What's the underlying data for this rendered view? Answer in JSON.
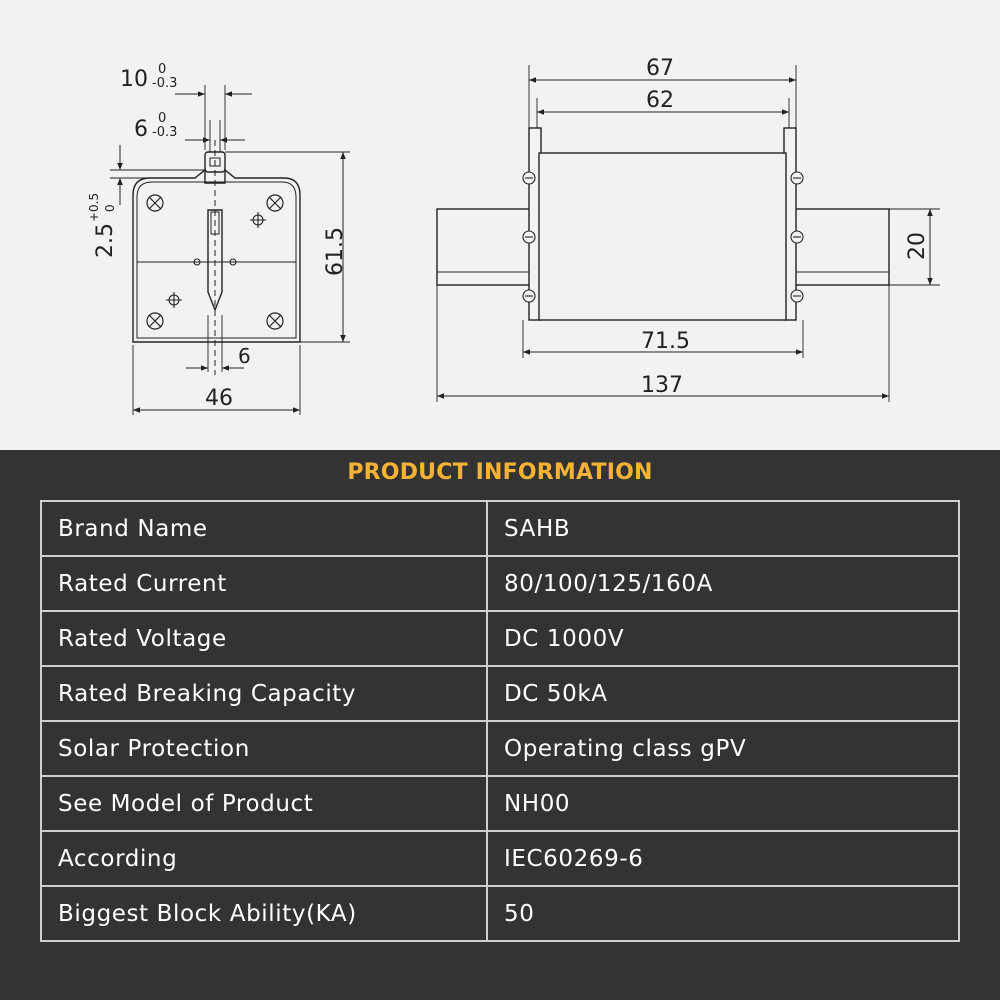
{
  "drawing": {
    "front_view": {
      "dim_top_width": "10",
      "dim_top_tol_upper": "0",
      "dim_top_tol_lower": "-0.3",
      "dim_slot_width": "6",
      "dim_slot_tol_upper": "0",
      "dim_slot_tol_lower": "-0.3",
      "dim_left_height": "2.5",
      "dim_left_tol_upper": "+0.5",
      "dim_left_tol_lower": "0",
      "dim_height": "61.5",
      "dim_blade_width": "6",
      "dim_width": "46"
    },
    "side_view": {
      "dim_outer": "67",
      "dim_inner": "62",
      "dim_blade_height": "20",
      "dim_body": "71.5",
      "dim_total": "137"
    }
  },
  "info": {
    "title": "PRODUCT INFORMATION",
    "title_color": "#f5b335",
    "rows": [
      {
        "label": "Brand Name",
        "value": "SAHB"
      },
      {
        "label": "Rated Current",
        "value": "80/100/125/160A"
      },
      {
        "label": "Rated Voltage",
        "value": "DC 1000V"
      },
      {
        "label": "Rated Breaking Capacity",
        "value": "DC 50kA"
      },
      {
        "label": "Solar Protection",
        "value": "Operating class gPV"
      },
      {
        "label": "See Model of Product",
        "value": "NH00"
      },
      {
        "label": "According",
        "value": "IEC60269-6"
      },
      {
        "label": "Biggest Block Ability(KA)",
        "value": "50"
      }
    ]
  }
}
